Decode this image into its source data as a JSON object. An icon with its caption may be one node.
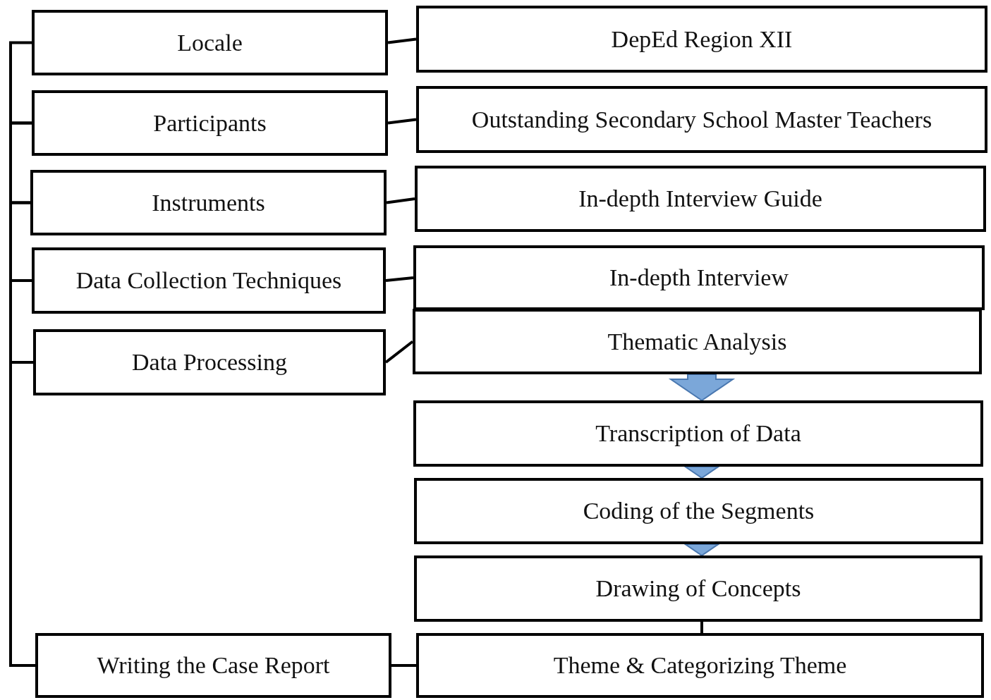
{
  "diagram": {
    "nodes": [
      {
        "text": [
          "Locale"
        ]
      },
      {
        "text": [
          "DepEd Region XII"
        ]
      },
      {
        "text": [
          "Participants"
        ]
      },
      {
        "text": [
          "Outstanding Secondary School Master Teachers"
        ]
      },
      {
        "text": [
          "Instruments"
        ]
      },
      {
        "text": [
          "In-depth Interview Guide"
        ]
      },
      {
        "text": [
          "Data Collection Techniques"
        ]
      },
      {
        "text": [
          "In-depth Interview"
        ]
      },
      {
        "text": [
          "Data Processing"
        ]
      },
      {
        "text": [
          "Thematic Analysis"
        ]
      },
      {
        "text": [
          "Transcription of Data"
        ]
      },
      {
        "text": [
          "Coding of the Segments"
        ]
      },
      {
        "text": [
          "Drawing of Concepts"
        ]
      },
      {
        "text": [
          "Writing the Case Report"
        ]
      },
      {
        "text": [
          "Theme & Categorizing Theme"
        ]
      }
    ],
    "edges": [
      {
        "from": 0,
        "to": 2,
        "arrow": "none"
      },
      {
        "from": 2,
        "to": 4,
        "arrow": "none"
      },
      {
        "from": 4,
        "to": 6,
        "arrow": "none"
      },
      {
        "from": 6,
        "to": 8,
        "arrow": "none"
      },
      {
        "from": 8,
        "to": 13,
        "arrow": "none"
      },
      {
        "from": 0,
        "to": 1,
        "arrow": "none"
      },
      {
        "from": 2,
        "to": 3,
        "arrow": "none"
      },
      {
        "from": 4,
        "to": 5,
        "arrow": "none"
      },
      {
        "from": 6,
        "to": 7,
        "arrow": "none"
      },
      {
        "from": 8,
        "to": 9,
        "arrow": "none"
      },
      {
        "from": 13,
        "to": 14,
        "arrow": "none"
      },
      {
        "from": 9,
        "to": 10,
        "arrow": "to",
        "style": "thick",
        "color": "#7ba7d9"
      },
      {
        "from": 10,
        "to": 11,
        "arrow": "to",
        "style": "thick",
        "color": "#7ba7d9"
      },
      {
        "from": 11,
        "to": 12,
        "arrow": "to",
        "style": "thick",
        "color": "#7ba7d9"
      },
      {
        "from": 12,
        "to": 14,
        "arrow": "none"
      }
    ]
  }
}
